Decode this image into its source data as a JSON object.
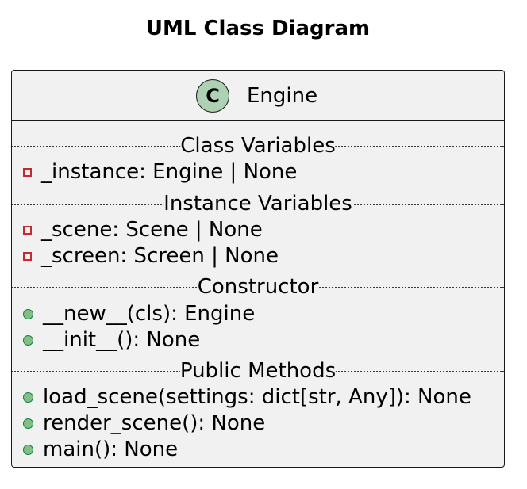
{
  "title": "UML Class Diagram",
  "class": {
    "stereotype_letter": "C",
    "stereotype_color": "#add1b2",
    "name": "Engine",
    "sections": [
      {
        "label": "Class Variables",
        "members": [
          {
            "visibility": "private",
            "icon": "private-square-icon",
            "text": "_instance: Engine | None"
          }
        ]
      },
      {
        "label": "Instance Variables",
        "members": [
          {
            "visibility": "private",
            "icon": "private-square-icon",
            "text": "_scene: Scene | None"
          },
          {
            "visibility": "private",
            "icon": "private-square-icon",
            "text": "_screen: Screen | None"
          }
        ]
      },
      {
        "label": "Constructor",
        "members": [
          {
            "visibility": "public",
            "icon": "public-circle-icon",
            "text": "__new__(cls): Engine"
          },
          {
            "visibility": "public",
            "icon": "public-circle-icon",
            "text": "__init__(): None"
          }
        ]
      },
      {
        "label": "Public Methods",
        "members": [
          {
            "visibility": "public",
            "icon": "public-circle-icon",
            "text": "load_scene(settings: dict[str, Any]): None"
          },
          {
            "visibility": "public",
            "icon": "public-circle-icon",
            "text": "render_scene(): None"
          },
          {
            "visibility": "public",
            "icon": "public-circle-icon",
            "text": "main(): None"
          }
        ]
      }
    ]
  },
  "colors": {
    "box_fill": "#f1f1f1",
    "border": "#181818",
    "private_icon": "#c82930",
    "public_icon_fill": "#84be84",
    "public_icon_border": "#038048"
  }
}
